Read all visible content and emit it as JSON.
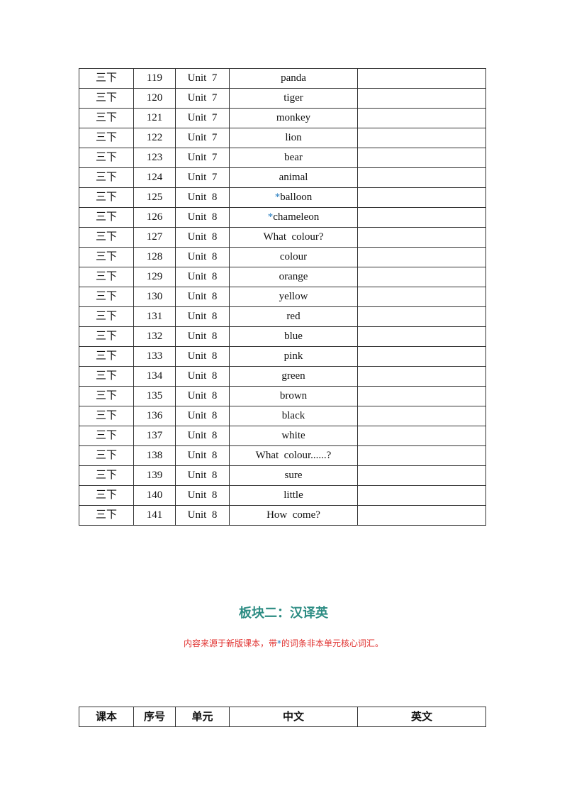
{
  "rows": [
    {
      "book": "三下",
      "no": "119",
      "unit": "Unit  7",
      "star": "",
      "word": "panda"
    },
    {
      "book": "三下",
      "no": "120",
      "unit": "Unit  7",
      "star": "",
      "word": "tiger"
    },
    {
      "book": "三下",
      "no": "121",
      "unit": "Unit  7",
      "star": "",
      "word": "monkey"
    },
    {
      "book": "三下",
      "no": "122",
      "unit": "Unit  7",
      "star": "",
      "word": "lion"
    },
    {
      "book": "三下",
      "no": "123",
      "unit": "Unit  7",
      "star": "",
      "word": "bear"
    },
    {
      "book": "三下",
      "no": "124",
      "unit": "Unit  7",
      "star": "",
      "word": "animal"
    },
    {
      "book": "三下",
      "no": "125",
      "unit": "Unit  8",
      "star": "*",
      "word": "balloon"
    },
    {
      "book": "三下",
      "no": "126",
      "unit": "Unit  8",
      "star": "*",
      "word": "chameleon"
    },
    {
      "book": "三下",
      "no": "127",
      "unit": "Unit  8",
      "star": "",
      "word": "What  colour?"
    },
    {
      "book": "三下",
      "no": "128",
      "unit": "Unit  8",
      "star": "",
      "word": "colour"
    },
    {
      "book": "三下",
      "no": "129",
      "unit": "Unit  8",
      "star": "",
      "word": "orange"
    },
    {
      "book": "三下",
      "no": "130",
      "unit": "Unit  8",
      "star": "",
      "word": "yellow"
    },
    {
      "book": "三下",
      "no": "131",
      "unit": "Unit  8",
      "star": "",
      "word": "red"
    },
    {
      "book": "三下",
      "no": "132",
      "unit": "Unit  8",
      "star": "",
      "word": "blue"
    },
    {
      "book": "三下",
      "no": "133",
      "unit": "Unit  8",
      "star": "",
      "word": "pink"
    },
    {
      "book": "三下",
      "no": "134",
      "unit": "Unit  8",
      "star": "",
      "word": "green"
    },
    {
      "book": "三下",
      "no": "135",
      "unit": "Unit  8",
      "star": "",
      "word": "brown"
    },
    {
      "book": "三下",
      "no": "136",
      "unit": "Unit  8",
      "star": "",
      "word": "black"
    },
    {
      "book": "三下",
      "no": "137",
      "unit": "Unit  8",
      "star": "",
      "word": "white"
    },
    {
      "book": "三下",
      "no": "138",
      "unit": "Unit  8",
      "star": "",
      "word": "What  colour......?"
    },
    {
      "book": "三下",
      "no": "139",
      "unit": "Unit  8",
      "star": "",
      "word": "sure"
    },
    {
      "book": "三下",
      "no": "140",
      "unit": "Unit  8",
      "star": "",
      "word": "little"
    },
    {
      "book": "三下",
      "no": "141",
      "unit": "Unit  8",
      "star": "",
      "word": "How  come?"
    }
  ],
  "section": {
    "title": "板块二：汉译英",
    "note_before": "内容来源于新版课本，带",
    "note_star": "*",
    "note_after": "的词条非本单元核心词汇。"
  },
  "header": {
    "book": "课本",
    "no": "序号",
    "unit": "单元",
    "chinese": "中文",
    "english": "英文"
  },
  "colors": {
    "title": "#2c8c83",
    "note": "#e0302e",
    "star": "#2a7fc1"
  }
}
